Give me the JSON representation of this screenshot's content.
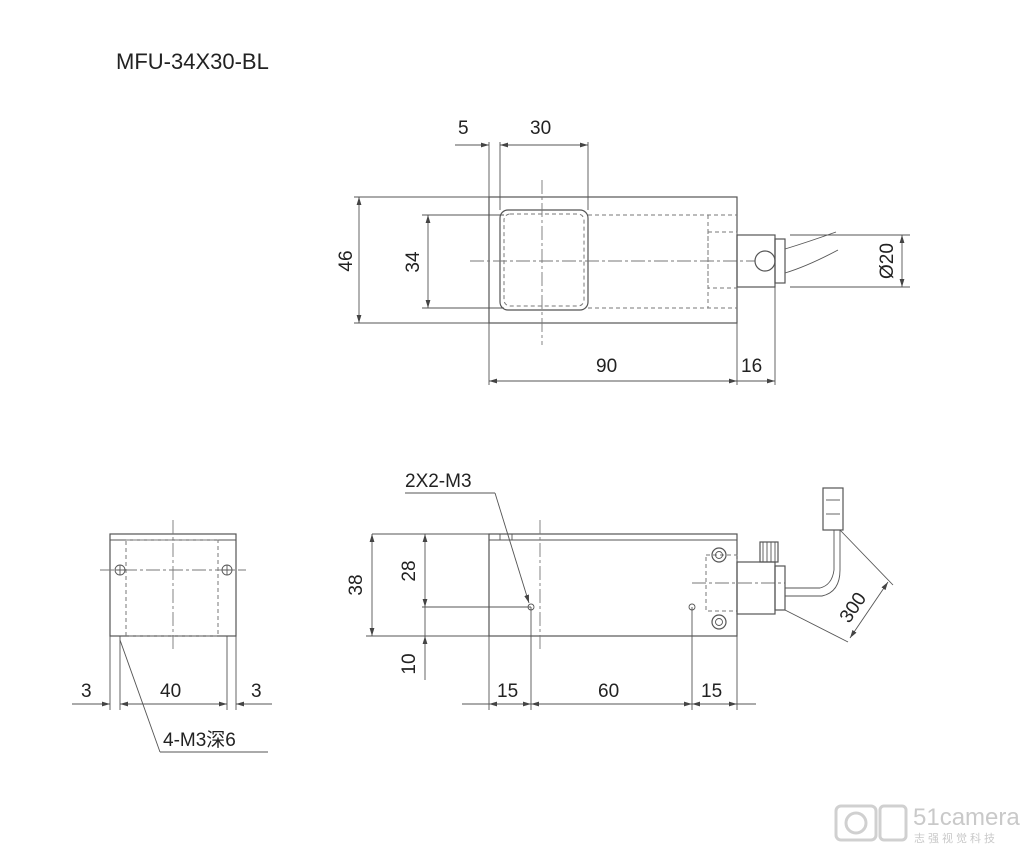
{
  "title": "MFU-34X30-BL",
  "dims": {
    "top_5": "5",
    "top_30": "30",
    "top_46": "46",
    "top_34": "34",
    "top_90": "90",
    "top_16": "16",
    "top_d20": "Ø20",
    "front_38": "38",
    "front_28": "28",
    "front_10": "10",
    "front_15a": "15",
    "front_60": "60",
    "front_15b": "15",
    "front_300": "300",
    "side_3a": "3",
    "side_40": "40",
    "side_3b": "3"
  },
  "notes": {
    "holes_2x2": "2X2-M3",
    "holes_4": "4-M3深6"
  },
  "logo": {
    "main": "51camera",
    "sub": "志强视觉科技"
  }
}
